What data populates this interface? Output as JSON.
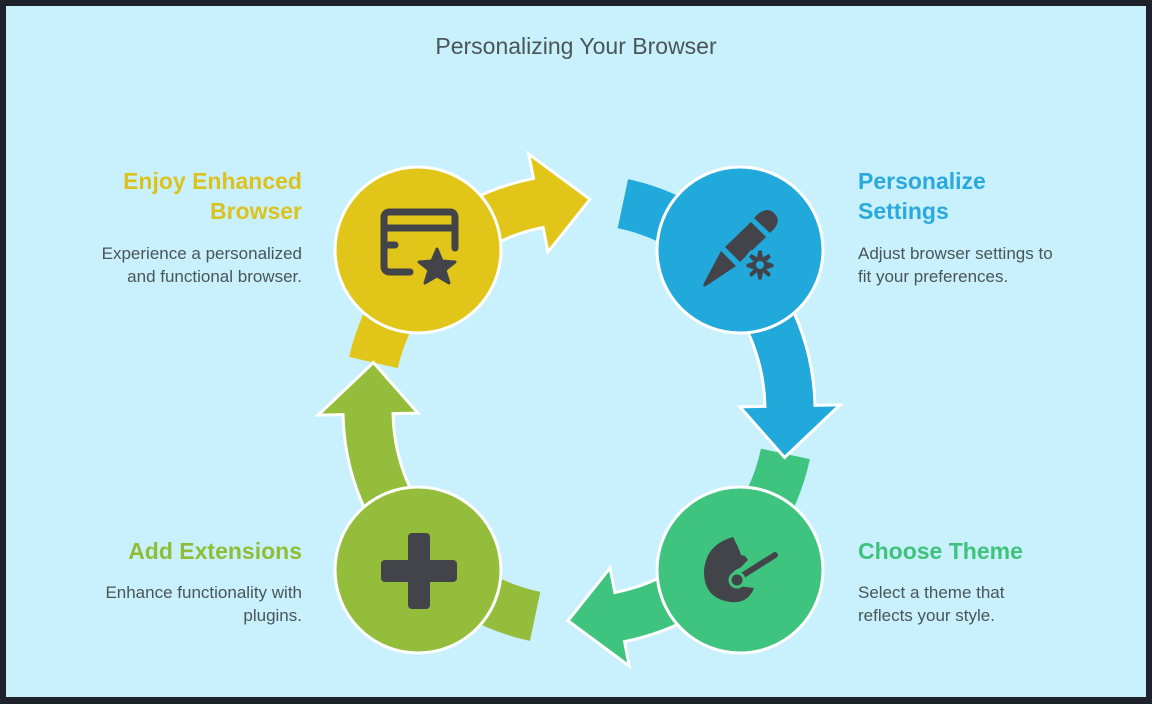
{
  "title": "Personalizing Your Browser",
  "colors": {
    "background": "#c9f0fd",
    "frame": "#1e222b",
    "body_text": "#4a5558",
    "icon": "#434449"
  },
  "steps": [
    {
      "id": "enjoy-enhanced-browser",
      "title_line1": "Enjoy Enhanced",
      "title_line2": "Browser",
      "desc_line1": "Experience a personalized",
      "desc_line2": "and functional browser.",
      "icon": "browser-window-star-icon",
      "color": "#e1c619",
      "text_color": "#dcc21e"
    },
    {
      "id": "personalize-settings",
      "title_line1": "Personalize",
      "title_line2": "Settings",
      "desc_line1": "Adjust browser settings to",
      "desc_line2": "fit your preferences.",
      "icon": "pencil-gear-icon",
      "color": "#22a9dc",
      "text_color": "#29a9de"
    },
    {
      "id": "choose-theme",
      "title_line1": "Choose Theme",
      "desc_line1": "Select a theme that",
      "desc_line2": "reflects your style.",
      "icon": "palette-brush-icon",
      "color": "#3ec47e",
      "text_color": "#3fc27c"
    },
    {
      "id": "add-extensions",
      "title_line1": "Add Extensions",
      "desc_line1": "Enhance functionality with",
      "desc_line2": "plugins.",
      "icon": "plus-icon",
      "color": "#93bd3a",
      "text_color": "#8fbe36"
    }
  ]
}
